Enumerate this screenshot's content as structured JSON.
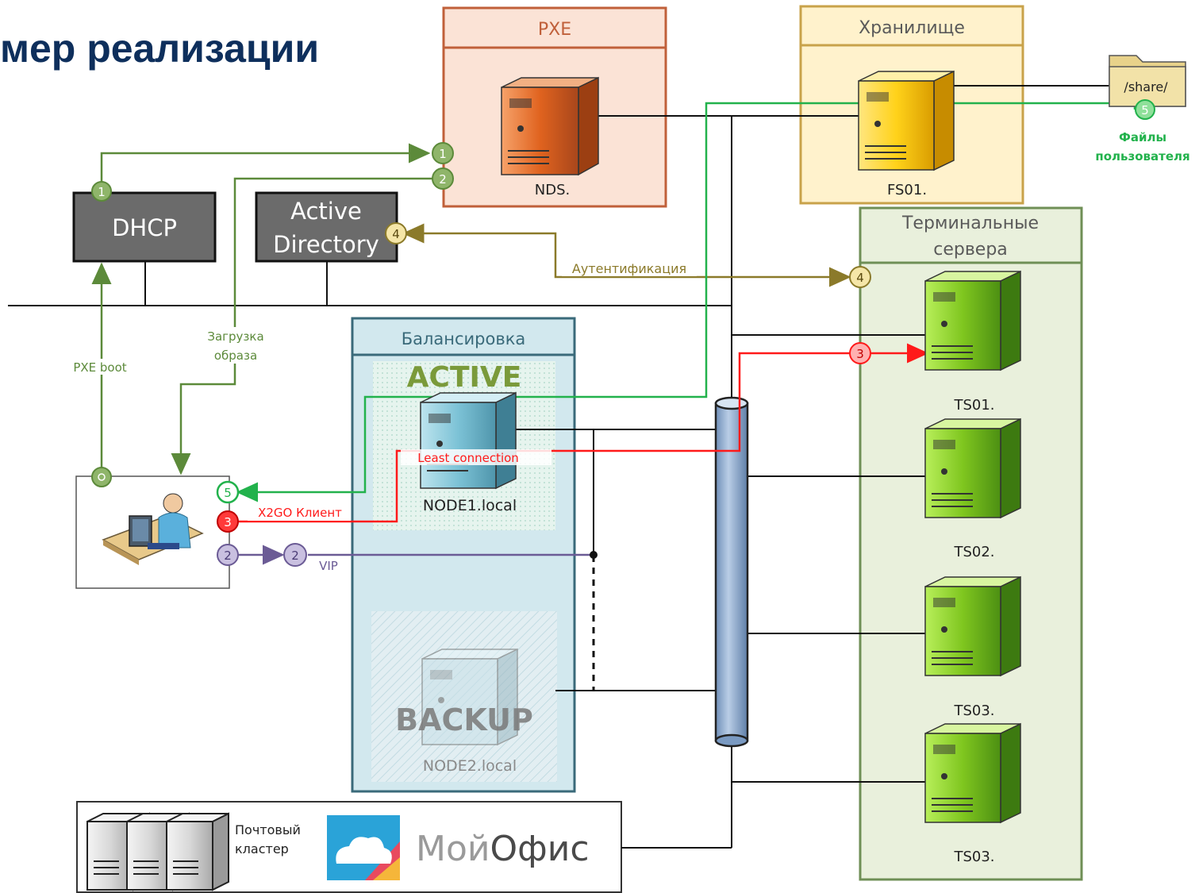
{
  "title": "мер реализации",
  "boxes": {
    "pxe": {
      "header": "PXE",
      "server": "NDS."
    },
    "storage": {
      "header": "Хранилище",
      "server": "FS01."
    },
    "share": {
      "folder": "/share/",
      "step": "5",
      "caption_1": "Файлы",
      "caption_2": "пользователя"
    },
    "dhcp": {
      "label": "DHCP"
    },
    "ad": {
      "line1": "Active",
      "line2": "Directory"
    },
    "terminal": {
      "header_1": "Терминальные",
      "header_2": "сервера",
      "servers": [
        "TS01.",
        "TS02.",
        "TS03.",
        "TS03."
      ]
    },
    "balancer": {
      "header": "Балансировка",
      "active": "ACTIVE",
      "node1": "NODE1.local",
      "backup": "BACKUP",
      "node2": "NODE2.local",
      "least": "Least connection"
    },
    "mail": {
      "line1": "Почтовый",
      "line2": "кластер",
      "brand_light": "Мой",
      "brand_dark": "Офис"
    }
  },
  "labels": {
    "auth": "Аутентификация",
    "download_1": "Загрузка",
    "download_2": "образа",
    "pxe_boot": "PXE boot",
    "x2go": "X2GO Клиент",
    "vip": "VIP"
  },
  "steps": {
    "s1": "1",
    "s2": "2",
    "s3": "3",
    "s4": "4",
    "s5": "5"
  },
  "colors": {
    "title": "#0e2f5c",
    "green_line": "#5c8a3a",
    "bright_green": "#22b24c",
    "red": "#ff1a1a",
    "purple": "#6b5b95",
    "olive": "#8b7a2a",
    "pxe_fill": "#fbe3d6",
    "pxe_border": "#c0603a",
    "storage_fill": "#fff2cc",
    "storage_border": "#c8a24a",
    "terminal_fill": "#e9f0dc",
    "terminal_border": "#6f8f56",
    "balancer_fill": "#d2e8ee",
    "balancer_border": "#3a6a7a"
  }
}
